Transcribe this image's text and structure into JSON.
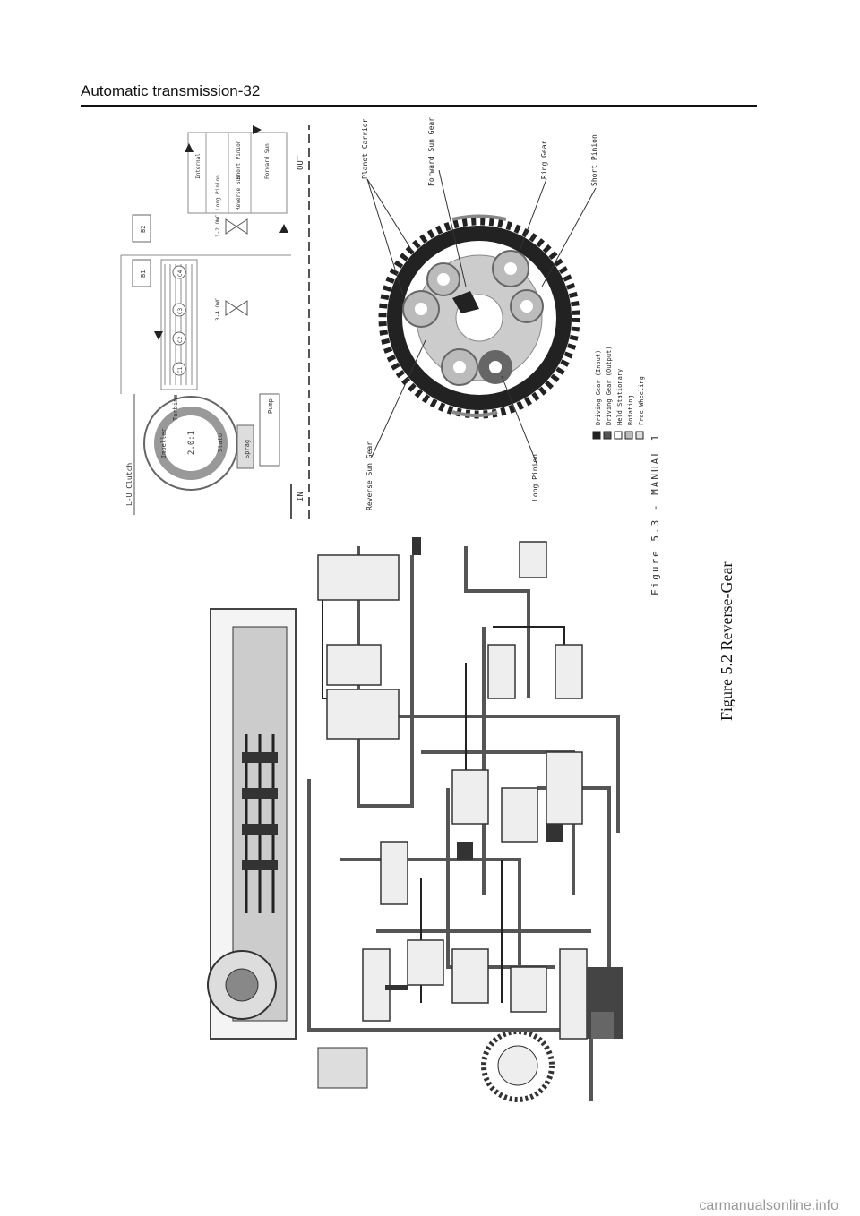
{
  "header": {
    "title": "Automatic transmission-32"
  },
  "figure": {
    "caption": "Figure 5.2   Reverse-Gear"
  },
  "schematic": {
    "inner_caption": "Figure 5.3 - MANUAL 1",
    "lu_clutch": "L-U Clutch",
    "converter": {
      "impeller": "Impeller",
      "turbine": "Turbine",
      "stator": "Stator",
      "ratio": "2.0:1",
      "sprag": "Sprag"
    },
    "pump": "Pump",
    "in_label": "IN",
    "out_label": "OUT",
    "clutches": [
      "C1",
      "C2",
      "C3",
      "C4"
    ],
    "bands": [
      "B1",
      "B2"
    ],
    "one_way_clutches": [
      "1-2 OWC",
      "3-4 OWC"
    ],
    "gearset": {
      "internal": "Internal",
      "long_pinion": "Long Pinion",
      "reverse_sun": "Reverse Sun",
      "short_pinion": "Short Pinion",
      "forward_sun": "Forward Sun"
    }
  },
  "gear_diagram": {
    "labels": {
      "planet_carrier": "Planet Carrier",
      "forward_sun_gear": "Forward Sun Gear",
      "ring_gear": "Ring Gear",
      "short_pinion": "Short Pinion",
      "reverse_sun_gear": "Reverse Sun Gear",
      "long_pinion": "Long Pinion"
    },
    "legend": [
      {
        "label": "Driving Gear (Input)",
        "color": "#222222"
      },
      {
        "label": "Driving Gear (Output)",
        "color": "#555555"
      },
      {
        "label": "Held Stationary",
        "color": "#ffffff"
      },
      {
        "label": "Rotating",
        "color": "#bbbbbb"
      },
      {
        "label": "Free Wheeling",
        "color": "#dddddd"
      }
    ]
  },
  "footer": {
    "watermark": "carmanualsonline.info"
  }
}
